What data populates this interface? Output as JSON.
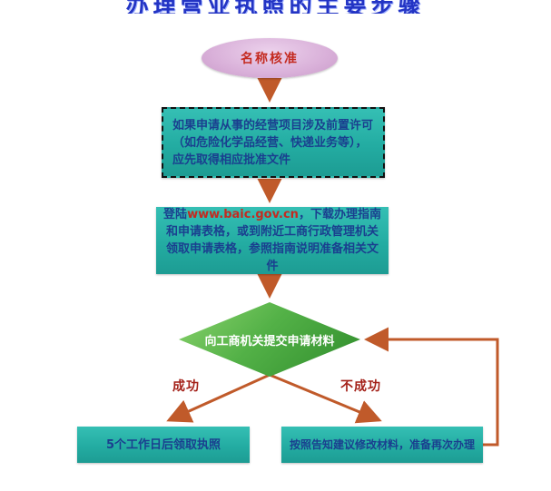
{
  "title": "办理营业执照的主要步骤",
  "flow": {
    "start": {
      "label": "名称核准"
    },
    "precondition": {
      "text": "如果申请从事的经营项目涉及前置许可（如危险化学品经营、快递业务等），应先取得相应批准文件"
    },
    "prepare": {
      "pre": "登陆",
      "url": "www.baic.gov.cn",
      "post": "，下载办理指南和申请表格，或到附近工商行政管理机关领取申请表格，参照指南说明准备相关文件"
    },
    "decision": {
      "label": "向工商机关提交申请材料"
    },
    "branch_success": {
      "label": "成功"
    },
    "branch_fail": {
      "label": "不成功"
    },
    "success_box": {
      "label": "5个工作日后领取执照"
    },
    "fail_box": {
      "label": "按照告知建议修改材料，准备再次办理"
    }
  },
  "colors": {
    "box_fill_teal": "#23aca2",
    "ellipse_fill": "#d9b0d9",
    "diamond_fill": "#53b147",
    "arrow": "#c05a2a",
    "box_text_blue": "#1a3f8f",
    "accent_red": "#c42a20",
    "branch_label_red": "#a31f17",
    "title_blue": "#2334c4"
  }
}
